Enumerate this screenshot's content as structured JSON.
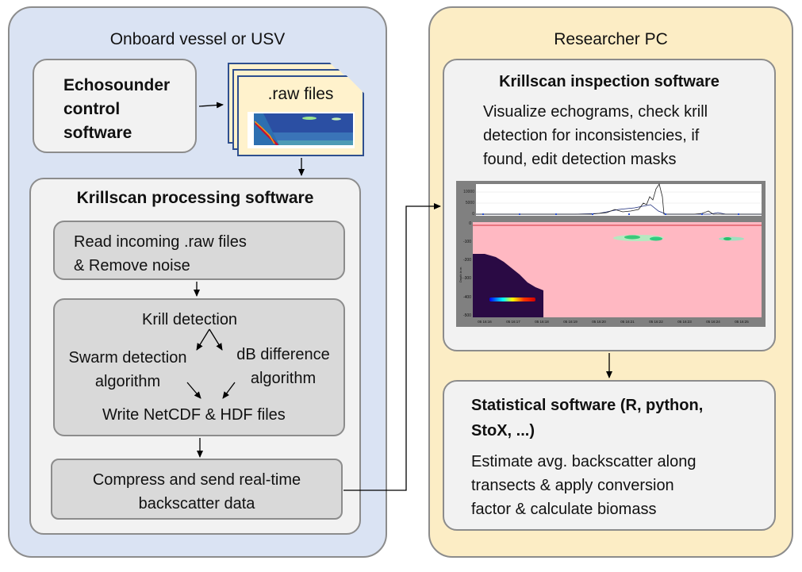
{
  "left_panel": {
    "title": "Onboard vessel or USV"
  },
  "right_panel": {
    "title": "Researcher PC"
  },
  "echosounder": {
    "label_lines": [
      "Echosounder",
      "control",
      "software"
    ]
  },
  "raw_files": {
    "label": ".raw files"
  },
  "processing": {
    "title": "Krillscan processing software",
    "read_lines": [
      "Read incoming .raw files",
      "& Remove noise"
    ],
    "krill_detection": {
      "title": "Krill detection",
      "swarm_lines": [
        "Swarm detection",
        "algorithm"
      ],
      "db_lines": [
        "dB difference",
        "algorithm"
      ],
      "write": "Write NetCDF & HDF files"
    },
    "compress_lines": [
      "Compress and send real-time",
      "backscatter data"
    ]
  },
  "inspection": {
    "title": "Krillscan inspection software",
    "desc_lines": [
      "Visualize echograms, check krill",
      "detection for inconsistencies, if",
      "found, edit detection masks"
    ],
    "echogram": {
      "top_y_ticks": [
        "10000",
        "5000",
        "0"
      ],
      "depth_label": "Depth in m",
      "depth_ticks": [
        "0",
        "-100",
        "-200",
        "-300",
        "-400",
        "-500"
      ],
      "time_ticks": [
        "05 16:16",
        "05 16:17",
        "05 16:18",
        "05 16:19",
        "05 16:20",
        "05 16:21",
        "05 16:22",
        "05 16:23",
        "05 16:24",
        "05 16:25"
      ]
    }
  },
  "statistical": {
    "title_lines": [
      "Statistical software (R, python,",
      "StoX, ...)"
    ],
    "desc_lines": [
      "Estimate avg. backscatter along",
      "transects & apply conversion",
      "factor & calculate biomass"
    ]
  },
  "colors": {
    "left_panel_bg": "#dae3f3",
    "right_panel_bg": "#fcedc5",
    "box_bg": "#f2f2f2",
    "inner_box_bg": "#d9d9d9",
    "raw_file_bg": "#fff2cc",
    "echogram_mask": "#ffb8c2"
  }
}
